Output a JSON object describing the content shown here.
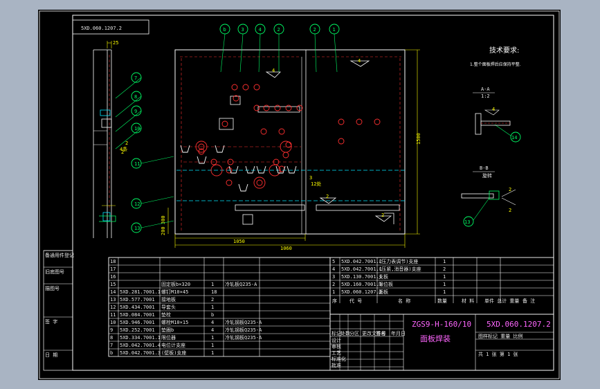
{
  "drawing_no_stamp": "5XD.060.1207.2",
  "tech_title": "技术要求:",
  "tech_note": "1.整个面板焊后应保持平整.",
  "section_a_title": "A-A",
  "section_a_scale": "1:2",
  "section_b_title": "B-B",
  "section_b_note": "旋转",
  "balloons_top": [
    "b",
    "3",
    "4",
    "2",
    "2",
    "1"
  ],
  "balloons_left": [
    "7",
    "8",
    "9",
    "10",
    "11",
    "12",
    "13"
  ],
  "balloon_14": "14",
  "balloon_13r": "13",
  "dims": {
    "width_outer": "1050",
    "width_inner": "1060",
    "height_right": "1500",
    "small_25": "25",
    "left_a": "300",
    "left_b": "200"
  },
  "weld_labels": {
    "w1": "4",
    "w2": "4",
    "w3": "2",
    "w4": "2",
    "w5": "3",
    "w6": "2"
  },
  "small_notes": [
    "2",
    "4条",
    "6",
    "4",
    "3",
    "12处",
    "4",
    "2",
    "4"
  ],
  "left_stamp": [
    "备通用件登记",
    "旧底图号",
    "描图号",
    "签 字",
    "日 期"
  ],
  "parts": [
    {
      "no": "18",
      "code": "",
      "name": "",
      "qty": "",
      "mat": ""
    },
    {
      "no": "17",
      "code": "",
      "name": "",
      "qty": "",
      "mat": ""
    },
    {
      "no": "16",
      "code": "",
      "name": "",
      "qty": "",
      "mat": ""
    },
    {
      "no": "15",
      "code": "",
      "name": "固定板b×320",
      "qty": "1",
      "mat": "冷轧板Q235-A"
    },
    {
      "no": "14",
      "code": "5XD.281.7001.1",
      "name": "螺钉M10×45",
      "qty": "18",
      "mat": ""
    },
    {
      "no": "13",
      "code": "5XD.577.7001",
      "name": "接地板",
      "qty": "2",
      "mat": ""
    },
    {
      "no": "12",
      "code": "5XD.434.7001",
      "name": "导套头",
      "qty": "1",
      "mat": ""
    },
    {
      "no": "11",
      "code": "5XD.084.7001",
      "name": "垫栓",
      "qty": "b",
      "mat": ""
    },
    {
      "no": "10",
      "code": "5XD.946.7001",
      "name": "螺栓M10×15",
      "qty": "4",
      "mat": "冷轧钢板Q235-A"
    },
    {
      "no": "9",
      "code": "5XD.252.7001",
      "name": "垫圈b",
      "qty": "4",
      "mat": "冷轧钢板Q235-A"
    },
    {
      "no": "8",
      "code": "5XD.334.7001.1",
      "name": "限位器",
      "qty": "1",
      "mat": "冷轧钢板Q235-A"
    },
    {
      "no": "7",
      "code": "5XD.042.7001.4",
      "name": "电位计支座",
      "qty": "1",
      "mat": ""
    },
    {
      "no": "b",
      "code": "5XD.042.7001.3",
      "name": "(壁板)支座",
      "qty": "1",
      "mat": ""
    }
  ],
  "parts_right": [
    {
      "no": "5",
      "code": "5XD.042.7001.2",
      "name": "(压力表调节)支座",
      "qty": "1"
    },
    {
      "no": "4",
      "code": "5XD.042.7001.1",
      "name": "(压紧,消音器)支座",
      "qty": "2"
    },
    {
      "no": "3",
      "code": "5XD.130.7001.1",
      "name": "支板",
      "qty": "1"
    },
    {
      "no": "2",
      "code": "5XD.160.7001.1",
      "name": "限位板",
      "qty": "1"
    },
    {
      "no": "1",
      "code": "5XD.060.1207.2",
      "name": "面板",
      "qty": "1"
    }
  ],
  "parts_header": [
    "序",
    "代  号",
    "名  称",
    "数量",
    "材  料",
    "单件 总计 重量",
    "备 注"
  ],
  "title_model": "ZGS9-H-160/10",
  "title_name": "面板焊装",
  "title_code": "5XD.060.1207.2",
  "title_stage": "图样标记 重量 比例",
  "title_sheet": "共 1 张  第 1 张",
  "title_labels": [
    "标记",
    "处数",
    "分区",
    "更改文件号",
    "签名",
    "年月日",
    "设计",
    "审核",
    "工艺",
    "标准化",
    "批准"
  ],
  "colors": {
    "frame": "#ffffff",
    "yellow": "#ffff00",
    "green": "#00ff66",
    "red": "#ff3030",
    "cyan": "#00e5ff",
    "magenta": "#ff66ff"
  }
}
